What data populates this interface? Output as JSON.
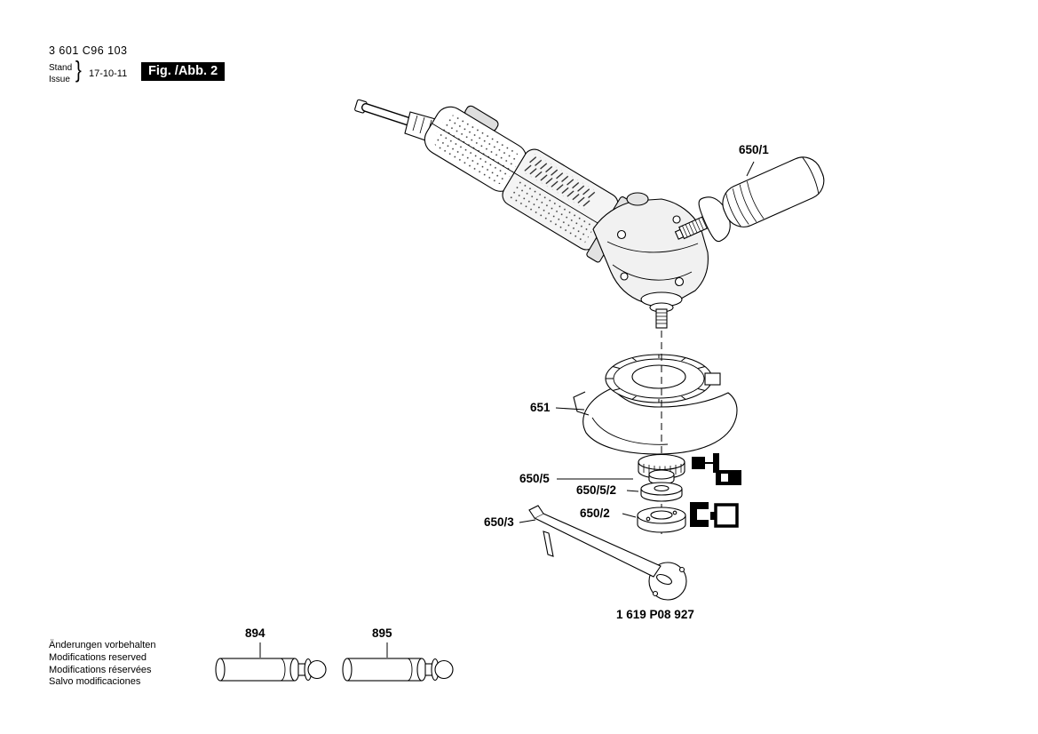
{
  "header": {
    "type_number": "3 601 C96 103",
    "stand_label": "Stand",
    "issue_label": "Issue",
    "brace": "}",
    "issue_date": "17-10-11",
    "figure_label": "Fig. /Abb. 2"
  },
  "parts": {
    "aux_handle": "650/1",
    "guard": "651",
    "backing_flange": "650/5",
    "flange_washer": "650/5/2",
    "clamping_nut": "650/2",
    "pin_spanner": "650/3",
    "spanner_order_number": "1 619 P08 927",
    "part_894": "894",
    "part_895": "895"
  },
  "footer": {
    "lines": [
      "Änderungen vorbehalten",
      "Modifications reserved",
      "Modifications réservées",
      "Salvo modificaciones"
    ]
  }
}
